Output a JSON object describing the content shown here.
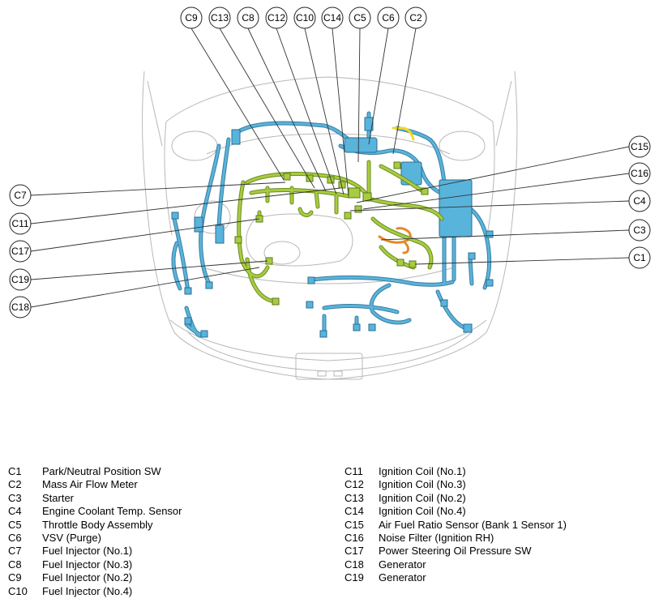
{
  "top_callouts": [
    "C9",
    "C13",
    "C8",
    "C12",
    "C10",
    "C14",
    "C5",
    "C6",
    "C2"
  ],
  "left_callouts": [
    "C7",
    "C11",
    "C17",
    "C19",
    "C18"
  ],
  "right_callouts": [
    "C15",
    "C16",
    "C4",
    "C3",
    "C1"
  ],
  "colors": {
    "harness_blue": "#59b4dc",
    "harness_green": "#9cc23a",
    "highlight_yellow": "#f4d820",
    "highlight_orange": "#e48a26",
    "outline": "#b8b8b8"
  },
  "legend_left": [
    {
      "code": "C1",
      "name": "Park/Neutral Position SW"
    },
    {
      "code": "C2",
      "name": "Mass Air Flow Meter"
    },
    {
      "code": "C3",
      "name": "Starter"
    },
    {
      "code": "C4",
      "name": "Engine Coolant Temp. Sensor"
    },
    {
      "code": "C5",
      "name": "Throttle Body Assembly"
    },
    {
      "code": "C6",
      "name": "VSV (Purge)"
    },
    {
      "code": "C7",
      "name": "Fuel Injector (No.1)"
    },
    {
      "code": "C8",
      "name": "Fuel Injector (No.3)"
    },
    {
      "code": "C9",
      "name": "Fuel Injector (No.2)"
    },
    {
      "code": "C10",
      "name": "Fuel Injector (No.4)"
    }
  ],
  "legend_right": [
    {
      "code": "C11",
      "name": "Ignition Coil (No.1)"
    },
    {
      "code": "C12",
      "name": "Ignition Coil (No.3)"
    },
    {
      "code": "C13",
      "name": "Ignition Coil (No.2)"
    },
    {
      "code": "C14",
      "name": "Ignition Coil (No.4)"
    },
    {
      "code": "C15",
      "name": "Air Fuel Ratio Sensor (Bank 1 Sensor 1)"
    },
    {
      "code": "C16",
      "name": "Noise Filter (Ignition RH)"
    },
    {
      "code": "C17",
      "name": "Power Steering Oil Pressure SW"
    },
    {
      "code": "C18",
      "name": "Generator"
    },
    {
      "code": "C19",
      "name": "Generator"
    }
  ]
}
